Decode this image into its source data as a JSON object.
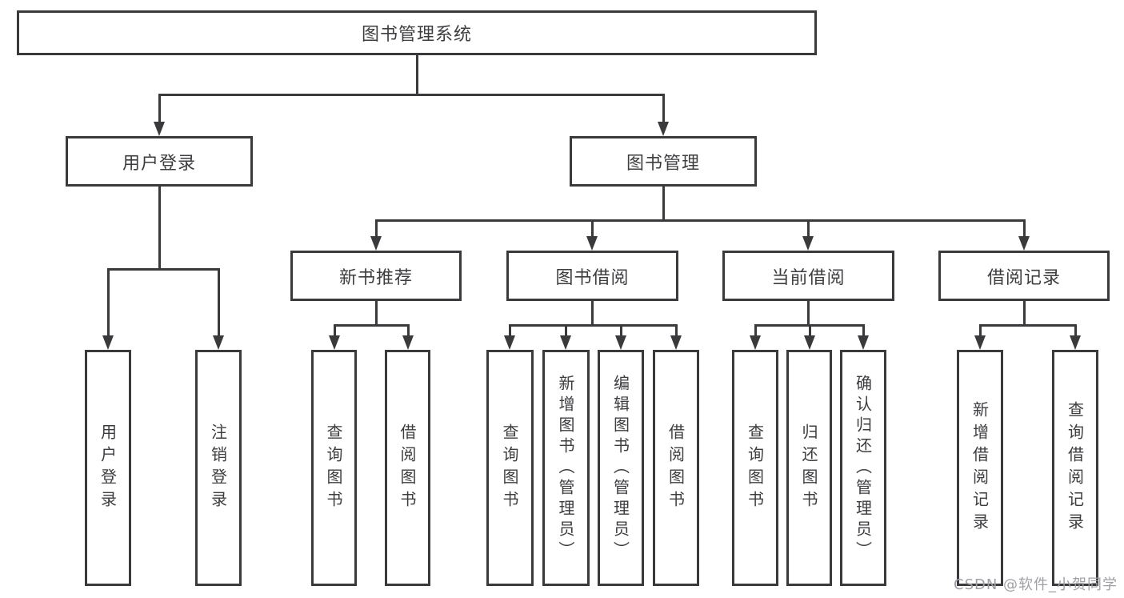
{
  "root": {
    "label": "图书管理系统",
    "children": [
      {
        "label": "用户登录",
        "children": [
          {
            "label": "用户登录"
          },
          {
            "label": "注销登录"
          }
        ]
      },
      {
        "label": "图书管理",
        "children": [
          {
            "label": "新书推荐",
            "children": [
              {
                "label": "查询图书"
              },
              {
                "label": "借阅图书"
              }
            ]
          },
          {
            "label": "图书借阅",
            "children": [
              {
                "label": "查询图书"
              },
              {
                "label": "新增图书（管理员）"
              },
              {
                "label": "编辑图书（管理员）"
              },
              {
                "label": "借阅图书"
              }
            ]
          },
          {
            "label": "当前借阅",
            "children": [
              {
                "label": "查询图书"
              },
              {
                "label": "归还图书"
              },
              {
                "label": "确认归还（管理员）"
              }
            ]
          },
          {
            "label": "借阅记录",
            "children": [
              {
                "label": "新增借阅记录"
              },
              {
                "label": "查询借阅记录"
              }
            ]
          }
        ]
      }
    ]
  },
  "watermark": "CSDN @软件_小贺同学",
  "colors": {
    "line": "#3a3a3c",
    "text": "#3d3d40",
    "watermark": "#9fa0a6",
    "background": "#ffffff"
  }
}
